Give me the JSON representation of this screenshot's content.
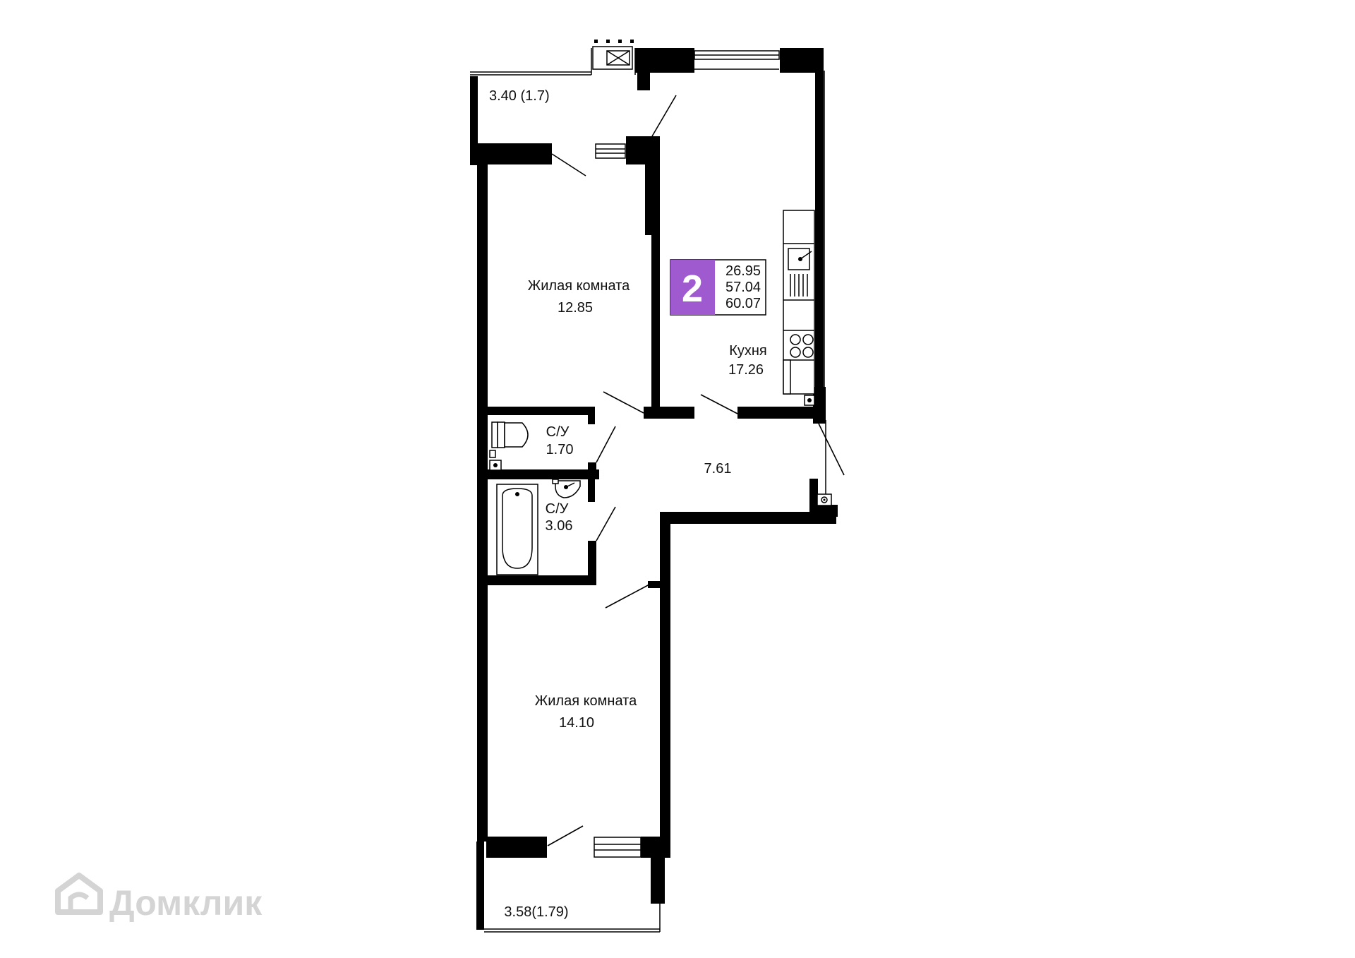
{
  "colors": {
    "wall": "#000000",
    "badge": "#a05ad0",
    "watermark": "#d4d4d4"
  },
  "badge": {
    "rooms": "2",
    "areas": [
      "26.95",
      "57.04",
      "60.07"
    ]
  },
  "rooms": {
    "balcony_top": "3.40 (1.7)",
    "living_1_name": "Жилая комната",
    "living_1_area": "12.85",
    "kitchen_name": "Кухня",
    "kitchen_area": "17.26",
    "wc_1_name": "С/У",
    "wc_1_area": "1.70",
    "hall_area": "7.61",
    "wc_2_name": "С/У",
    "wc_2_area": "3.06",
    "living_2_name": "Жилая комната",
    "living_2_area": "14.10",
    "balcony_bottom": "3.58(1.79)"
  },
  "watermark": {
    "text": "Домклик",
    "icon": "house-logo-icon"
  }
}
